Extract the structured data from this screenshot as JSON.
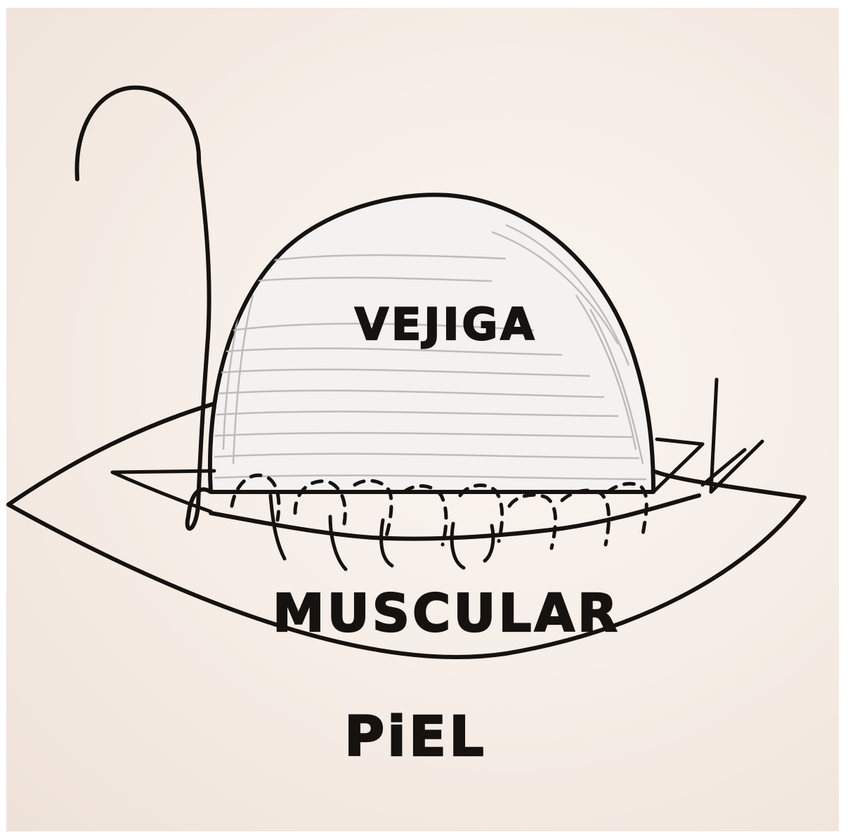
{
  "diagram": {
    "labels": {
      "bladder": "VEJIGA",
      "muscle": "MUSCULAR",
      "skin": "PiEL"
    },
    "colors": {
      "ink": "#151210",
      "paper": "#f5ece5",
      "shading": "#b9b6b4",
      "bladder_fill": "#f4f2f1"
    }
  }
}
